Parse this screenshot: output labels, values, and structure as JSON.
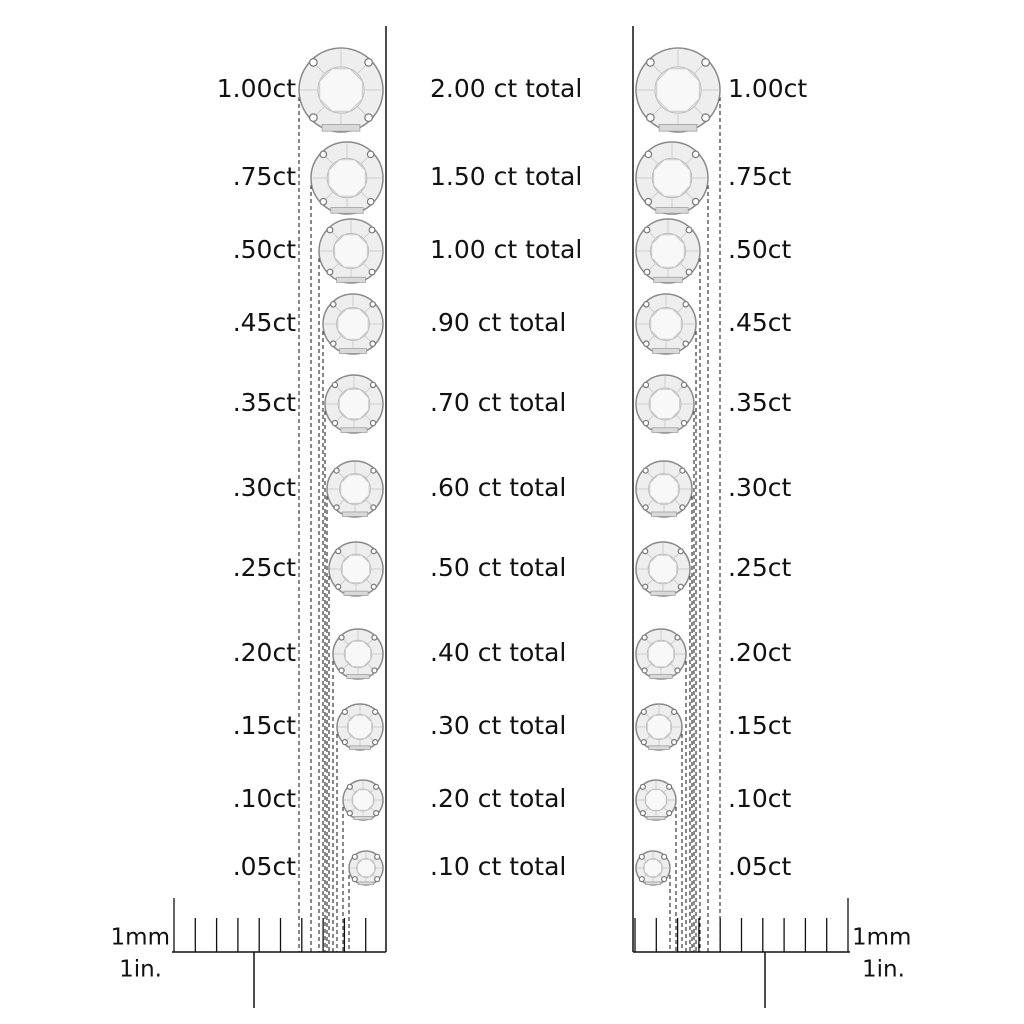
{
  "title": "",
  "left_column": {
    "stones": [
      {
        "carat": "1.00ct",
        "total": "2.00 ct total"
      },
      {
        "carat": ".75ct",
        "total": "1.50 ct total"
      },
      {
        "carat": ".50ct",
        "total": "1.00 ct total"
      },
      {
        "carat": ".45ct",
        "total": ".90 ct total"
      },
      {
        "carat": ".35ct",
        "total": ".70 ct total"
      },
      {
        "carat": ".30ct",
        "total": ".60 ct total"
      },
      {
        "carat": ".25ct",
        "total": ".50 ct total"
      },
      {
        "carat": ".20ct",
        "total": ".40 ct total"
      },
      {
        "carat": ".15ct",
        "total": ".30 ct total"
      },
      {
        "carat": ".10ct",
        "total": ".20 ct total"
      },
      {
        "carat": ".05ct",
        "total": ".10 ct total"
      }
    ]
  },
  "right_column": {
    "stones": [
      {
        "carat": "1.00ct"
      },
      {
        "carat": ".75ct"
      },
      {
        "carat": ".50ct"
      },
      {
        "carat": ".45ct"
      },
      {
        "carat": ".35ct"
      },
      {
        "carat": ".30ct"
      },
      {
        "carat": ".25ct"
      },
      {
        "carat": ".20ct"
      },
      {
        "carat": ".15ct"
      },
      {
        "carat": ".10ct"
      },
      {
        "carat": ".05ct"
      }
    ]
  },
  "scale": {
    "mm_label": "1mm",
    "inch_label": "1in."
  },
  "colors": {
    "ink": "#111111",
    "stone_fill": "#eeeeee",
    "stone_edge": "#8a8a8a",
    "prong": "#777777"
  }
}
